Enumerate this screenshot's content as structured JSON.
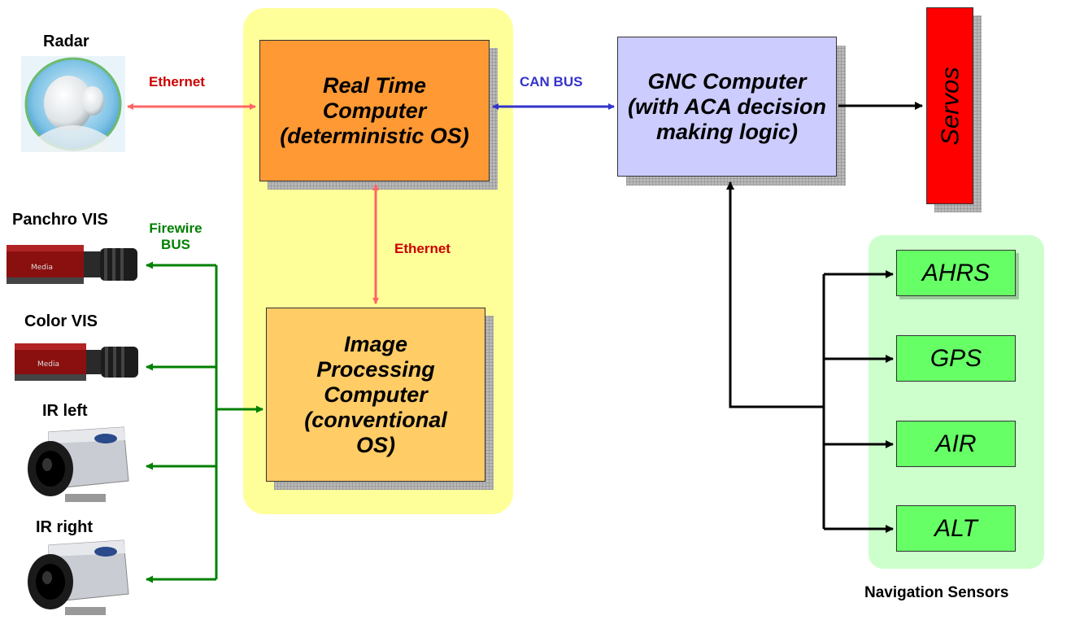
{
  "compute": {
    "real_time": "Real Time Computer (deterministic OS)",
    "image_processing": "Image Processing Computer (conventional OS)",
    "gnc": "GNC Computer (with ACA decision making logic)",
    "servos": "Servos"
  },
  "devices": {
    "radar": "Radar",
    "panchro": "Panchro VIS",
    "color": "Color VIS",
    "ir_left": "IR left",
    "ir_right": "IR right"
  },
  "links": {
    "ethernet_radar": "Ethernet",
    "can_bus": "CAN BUS",
    "ethernet_internal": "Ethernet",
    "firewire": "Firewire BUS"
  },
  "navigation": {
    "caption": "Navigation Sensors",
    "sensors": [
      "AHRS",
      "GPS",
      "AIR",
      "ALT"
    ]
  },
  "camera_brand": "Media",
  "colors": {
    "ethernet": "#ff6666",
    "can": "#3333cc",
    "firewire": "#008000",
    "signal": "#000000"
  }
}
